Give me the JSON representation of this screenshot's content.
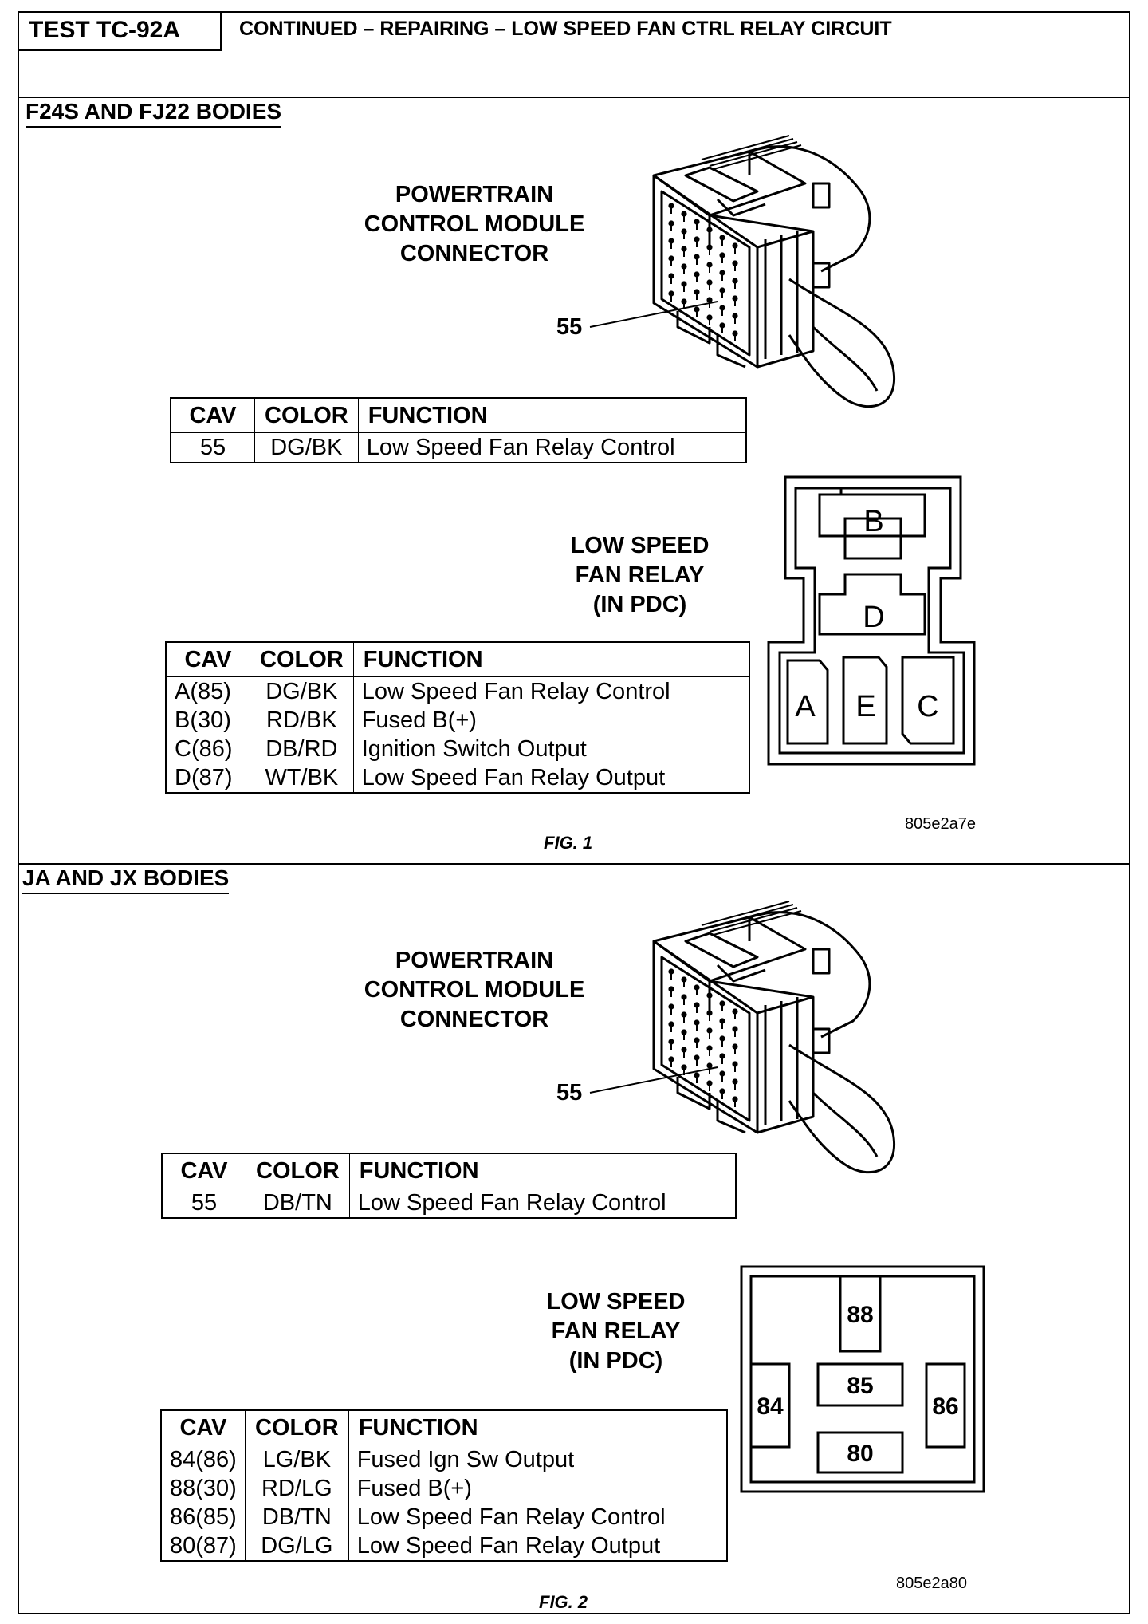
{
  "header": {
    "test_id": "TEST TC-92A",
    "title": "CONTINUED – REPAIRING – LOW SPEED FAN CTRL RELAY CIRCUIT"
  },
  "section1": {
    "title": "F24S AND FJ22 BODIES",
    "pcm_caption": [
      "POWERTRAIN",
      "CONTROL MODULE",
      "CONNECTOR"
    ],
    "pcm_pin_callout": "55",
    "pcm_table": {
      "headers": [
        "CAV",
        "COLOR",
        "FUNCTION"
      ],
      "rows": [
        [
          "55",
          "DG/BK",
          "Low Speed Fan Relay Control"
        ]
      ]
    },
    "relay_caption": [
      "LOW SPEED",
      "FAN RELAY",
      "(IN PDC)"
    ],
    "relay_pins": [
      "B",
      "D",
      "A",
      "E",
      "C"
    ],
    "relay_table": {
      "headers": [
        "CAV",
        "COLOR",
        "FUNCTION"
      ],
      "rows": [
        [
          "A(85)",
          "DG/BK",
          "Low Speed Fan Relay Control"
        ],
        [
          "B(30)",
          "RD/BK",
          "Fused B(+)"
        ],
        [
          "C(86)",
          "DB/RD",
          "Ignition Switch Output"
        ],
        [
          "D(87)",
          "WT/BK",
          "Low Speed Fan Relay Output"
        ]
      ]
    },
    "image_code": "805e2a7e",
    "fig_label": "FIG. 1"
  },
  "section2": {
    "title": "JA AND JX BODIES",
    "pcm_caption": [
      "POWERTRAIN",
      "CONTROL MODULE",
      "CONNECTOR"
    ],
    "pcm_pin_callout": "55",
    "pcm_table": {
      "headers": [
        "CAV",
        "COLOR",
        "FUNCTION"
      ],
      "rows": [
        [
          "55",
          "DB/TN",
          "Low Speed Fan Relay Control"
        ]
      ]
    },
    "relay_caption": [
      "LOW SPEED",
      "FAN RELAY",
      "(IN PDC)"
    ],
    "relay_pins": [
      "88",
      "84",
      "85",
      "86",
      "80"
    ],
    "relay_table": {
      "headers": [
        "CAV",
        "COLOR",
        "FUNCTION"
      ],
      "rows": [
        [
          "84(86)",
          "LG/BK",
          "Fused Ign Sw Output"
        ],
        [
          "88(30)",
          "RD/LG",
          "Fused B(+)"
        ],
        [
          "86(85)",
          "DB/TN",
          "Low Speed Fan Relay Control"
        ],
        [
          "80(87)",
          "DG/LG",
          "Low Speed Fan Relay Output"
        ]
      ]
    },
    "image_code": "805e2a80",
    "fig_label": "FIG. 2"
  }
}
